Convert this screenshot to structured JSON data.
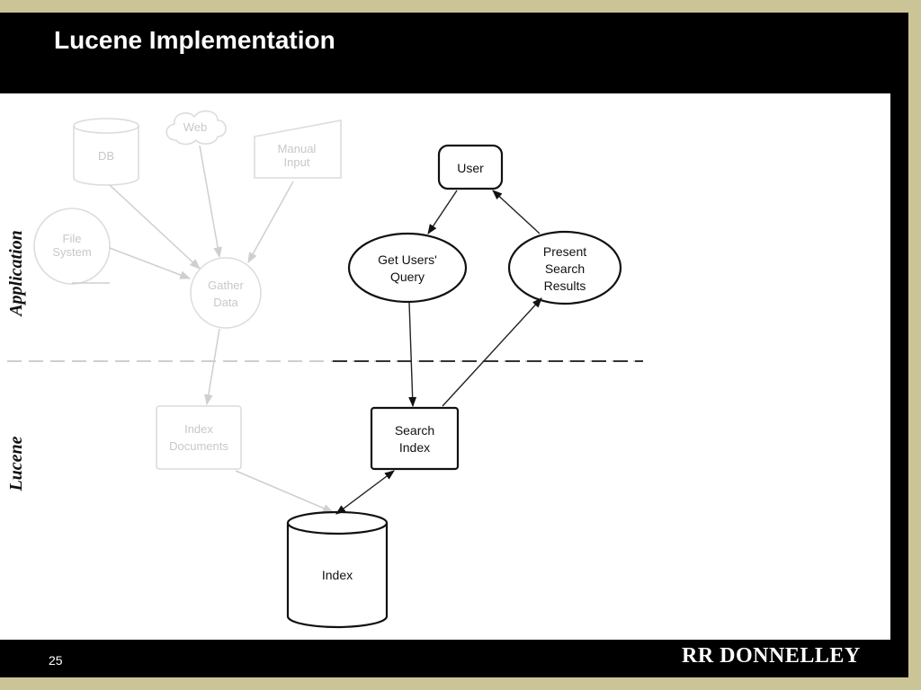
{
  "slide": {
    "title": "Lucene Implementation",
    "number": "25",
    "logo_text": "RR DONNELLEY"
  },
  "diagram": {
    "side_labels": {
      "application": "Application",
      "lucene": "Lucene"
    },
    "nodes": {
      "db": "DB",
      "web": "Web",
      "manual_input": [
        "Manual",
        "Input"
      ],
      "file_system": [
        "File",
        "System"
      ],
      "gather_data": [
        "Gather",
        "Data"
      ],
      "index_documents": [
        "Index",
        "Documents"
      ],
      "user": "User",
      "get_users_query": [
        "Get Users'",
        "Query"
      ],
      "present_search_results": [
        "Present",
        "Search",
        "Results"
      ],
      "search_index": [
        "Search",
        "Index"
      ],
      "index": "Index"
    }
  }
}
